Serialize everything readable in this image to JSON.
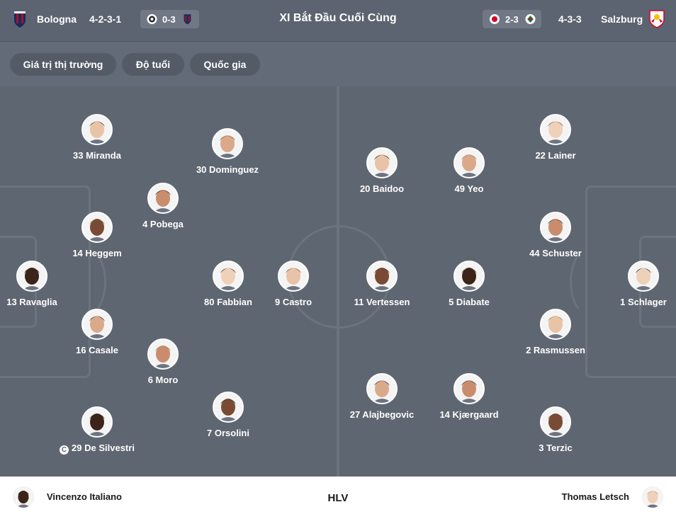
{
  "header": {
    "home_team": "Bologna",
    "home_formation": "4-2-3-1",
    "home_last_score": "0-3",
    "title": "XI Bắt Đầu Cuối Cùng",
    "away_last_score": "2-3",
    "away_formation": "4-3-3",
    "away_team": "Salzburg"
  },
  "filters": [
    "Giá trị thị trường",
    "Độ tuổi",
    "Quốc gia"
  ],
  "home_players": [
    {
      "name": "33 Miranda"
    },
    {
      "name": "30 Dominguez"
    },
    {
      "name": "4 Pobega"
    },
    {
      "name": "14 Heggem"
    },
    {
      "name": "13 Ravaglia"
    },
    {
      "name": "80 Fabbian"
    },
    {
      "name": "9 Castro"
    },
    {
      "name": "16 Casale"
    },
    {
      "name": "6 Moro"
    },
    {
      "name": "7 Orsolini"
    },
    {
      "name": "29 De Silvestri",
      "captain": true
    }
  ],
  "away_players": [
    {
      "name": "22 Lainer"
    },
    {
      "name": "20 Baidoo"
    },
    {
      "name": "49 Yeo"
    },
    {
      "name": "44 Schuster"
    },
    {
      "name": "11 Vertessen"
    },
    {
      "name": "5 Diabate"
    },
    {
      "name": "1 Schlager"
    },
    {
      "name": "2 Rasmussen"
    },
    {
      "name": "27 Alajbegovic"
    },
    {
      "name": "14 Kjærgaard"
    },
    {
      "name": "3 Terzic"
    }
  ],
  "footer": {
    "home_coach": "Vincenzo Italiano",
    "label": "HLV",
    "away_coach": "Thomas Letsch"
  },
  "colors": {
    "header_bg": "#5b6470",
    "pitch_bg": "#5e6671",
    "bologna_red": "#a3142f",
    "bologna_blue": "#1a2a5c",
    "salzburg_red": "#d6002a"
  }
}
